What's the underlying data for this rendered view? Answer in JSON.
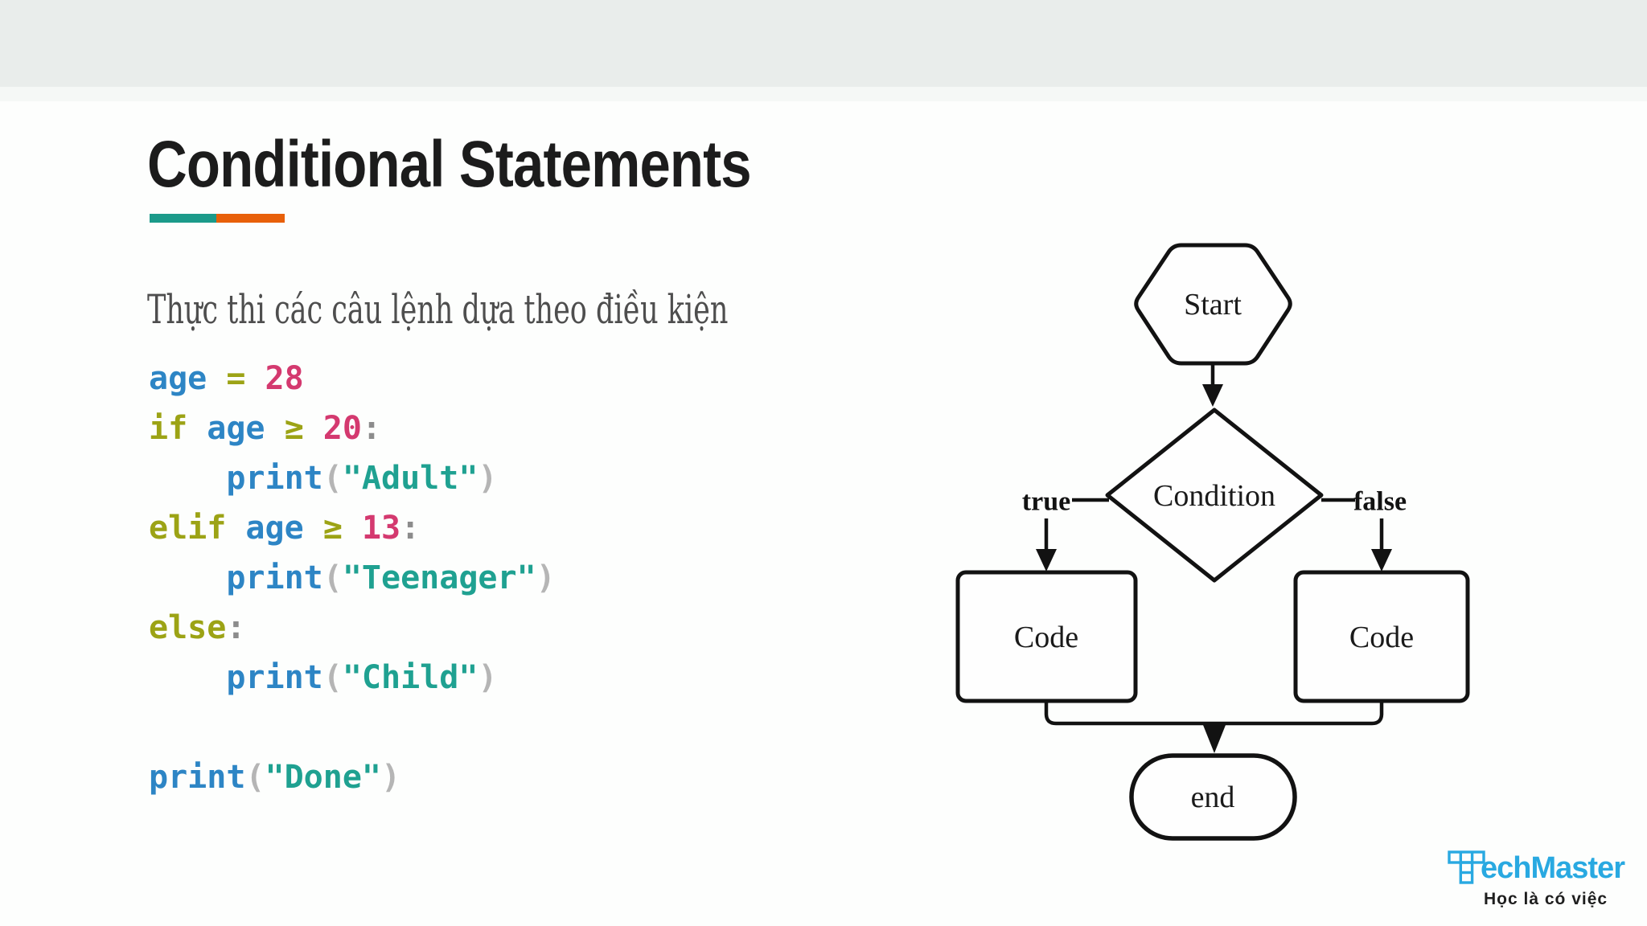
{
  "slide": {
    "title": "Conditional Statements",
    "subtitle": "Thực thi các câu lệnh dựa theo điều kiện",
    "accent_teal_color": "#1b9a8a",
    "accent_orange_color": "#e8600a",
    "top_band_color": "#e9edeb"
  },
  "code": {
    "language": "python",
    "plain_text": "age = 28\nif age ≥ 20:\n    print(\"Adult\")\nelif age ≥ 13:\n    print(\"Teenager\")\nelse:\n    print(\"Child\")\n\nprint(\"Done\")",
    "colors": {
      "variable": "#2d85c5",
      "keyword": "#9ca315",
      "number": "#d4396f",
      "string": "#1fa191",
      "paren": "#b5b5b5",
      "colon": "#8c8c8c"
    },
    "lines": [
      [
        [
          "v",
          "age"
        ],
        [
          "w",
          " "
        ],
        [
          "k",
          "="
        ],
        [
          "w",
          " "
        ],
        [
          "n",
          "28"
        ]
      ],
      [
        [
          "k",
          "if"
        ],
        [
          "w",
          " "
        ],
        [
          "v",
          "age"
        ],
        [
          "w",
          " "
        ],
        [
          "k",
          "≥"
        ],
        [
          "w",
          " "
        ],
        [
          "n",
          "20"
        ],
        [
          "c",
          ":"
        ]
      ],
      [
        [
          "w",
          "    "
        ],
        [
          "v",
          "print"
        ],
        [
          "p",
          "("
        ],
        [
          "s",
          "\"Adult\""
        ],
        [
          "p",
          ")"
        ]
      ],
      [
        [
          "k",
          "elif"
        ],
        [
          "w",
          " "
        ],
        [
          "v",
          "age"
        ],
        [
          "w",
          " "
        ],
        [
          "k",
          "≥"
        ],
        [
          "w",
          " "
        ],
        [
          "n",
          "13"
        ],
        [
          "c",
          ":"
        ]
      ],
      [
        [
          "w",
          "    "
        ],
        [
          "v",
          "print"
        ],
        [
          "p",
          "("
        ],
        [
          "s",
          "\"Teenager\""
        ],
        [
          "p",
          ")"
        ]
      ],
      [
        [
          "k",
          "else"
        ],
        [
          "c",
          ":"
        ]
      ],
      [
        [
          "w",
          "    "
        ],
        [
          "v",
          "print"
        ],
        [
          "p",
          "("
        ],
        [
          "s",
          "\"Child\""
        ],
        [
          "p",
          ")"
        ]
      ],
      [],
      [
        [
          "v",
          "print"
        ],
        [
          "p",
          "("
        ],
        [
          "s",
          "\"Done\""
        ],
        [
          "p",
          ")"
        ]
      ]
    ]
  },
  "flowchart": {
    "start_label": "Start",
    "condition_label": "Condition",
    "true_label": "true",
    "false_label": "false",
    "left_box_label": "Code",
    "right_box_label": "Code",
    "end_label": "end",
    "stroke_color": "#121212"
  },
  "logo": {
    "brand": "echMaster",
    "tagline": "Học là có việc",
    "blue": "#29a9e1"
  }
}
